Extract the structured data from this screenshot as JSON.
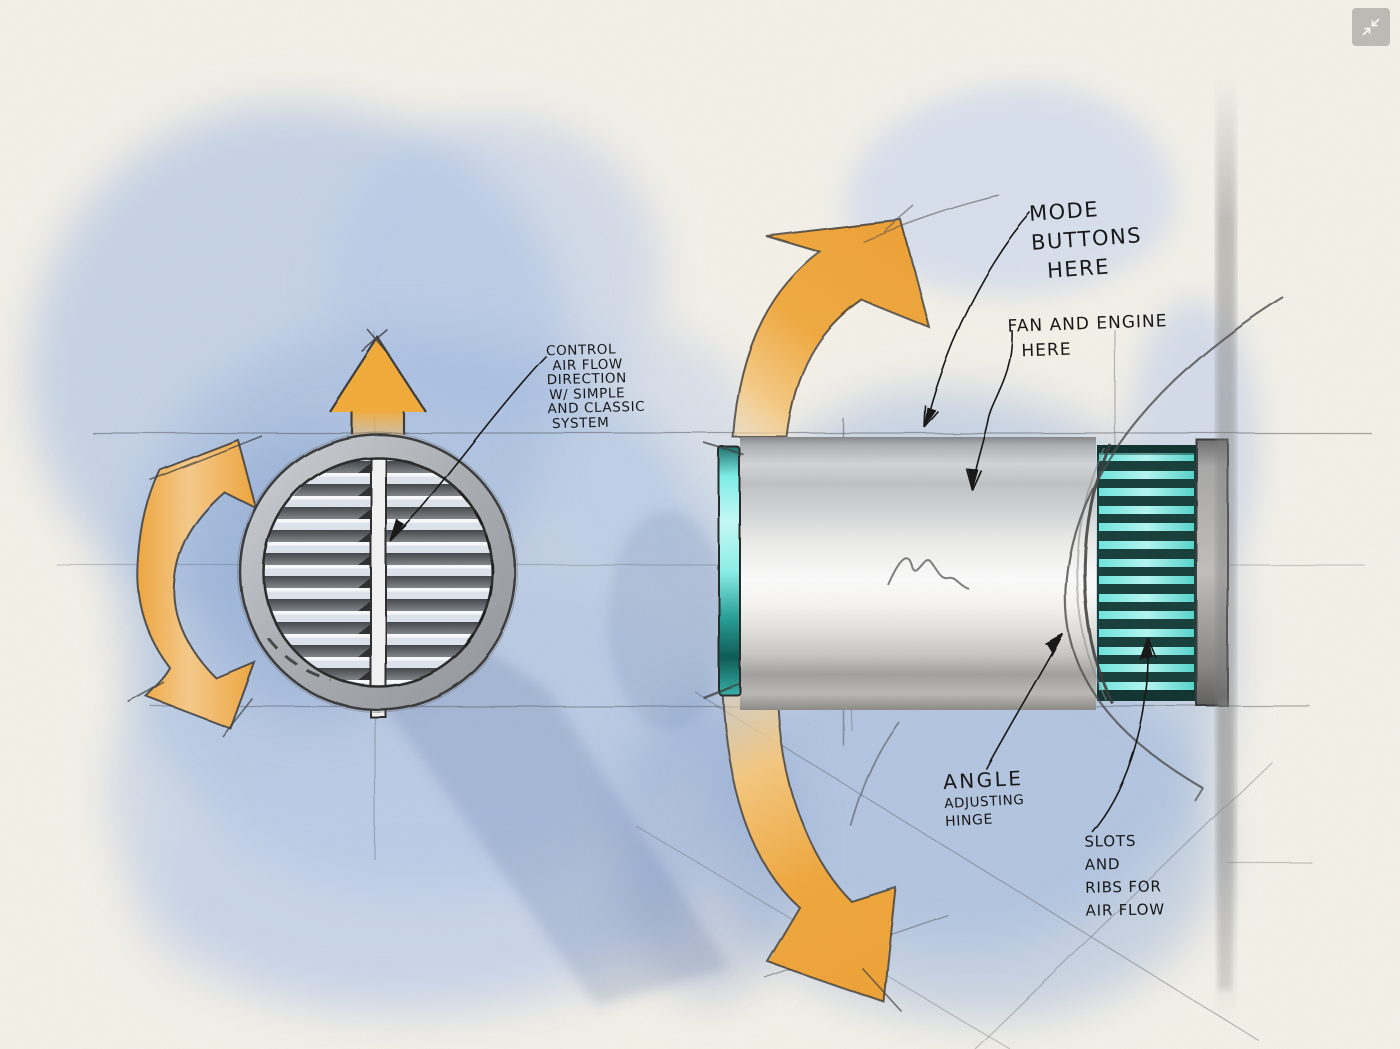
{
  "annotations": {
    "control": {
      "lines": [
        "CONTROL",
        "AIR FLOW",
        "DIRECTION",
        "W/ SIMPLE",
        "AND CLASSIC",
        "SYSTEM"
      ]
    },
    "mode": {
      "lines": [
        "MODE",
        "BUTTONS",
        "HERE"
      ]
    },
    "fan": {
      "lines": [
        "FAN AND ENGINE",
        "HERE"
      ]
    },
    "angle": {
      "lines": [
        "ANGLE",
        "ADJUSTING",
        "HINGE"
      ]
    },
    "slots": {
      "lines": [
        "SLOTS",
        "AND",
        "RIBS FOR",
        "AIR FLOW"
      ]
    }
  },
  "colors": {
    "paper": "#f5f2ea",
    "watercolor_wash": "#aac0e2",
    "arrow_orange": "#f0a63c",
    "slot_teal_bright": "#7fe9e4",
    "slot_teal_dark": "#173f3b",
    "pencil": "#3c3c3c"
  },
  "controls": {
    "collapse_button": {
      "icon": "collapse-arrows"
    }
  }
}
